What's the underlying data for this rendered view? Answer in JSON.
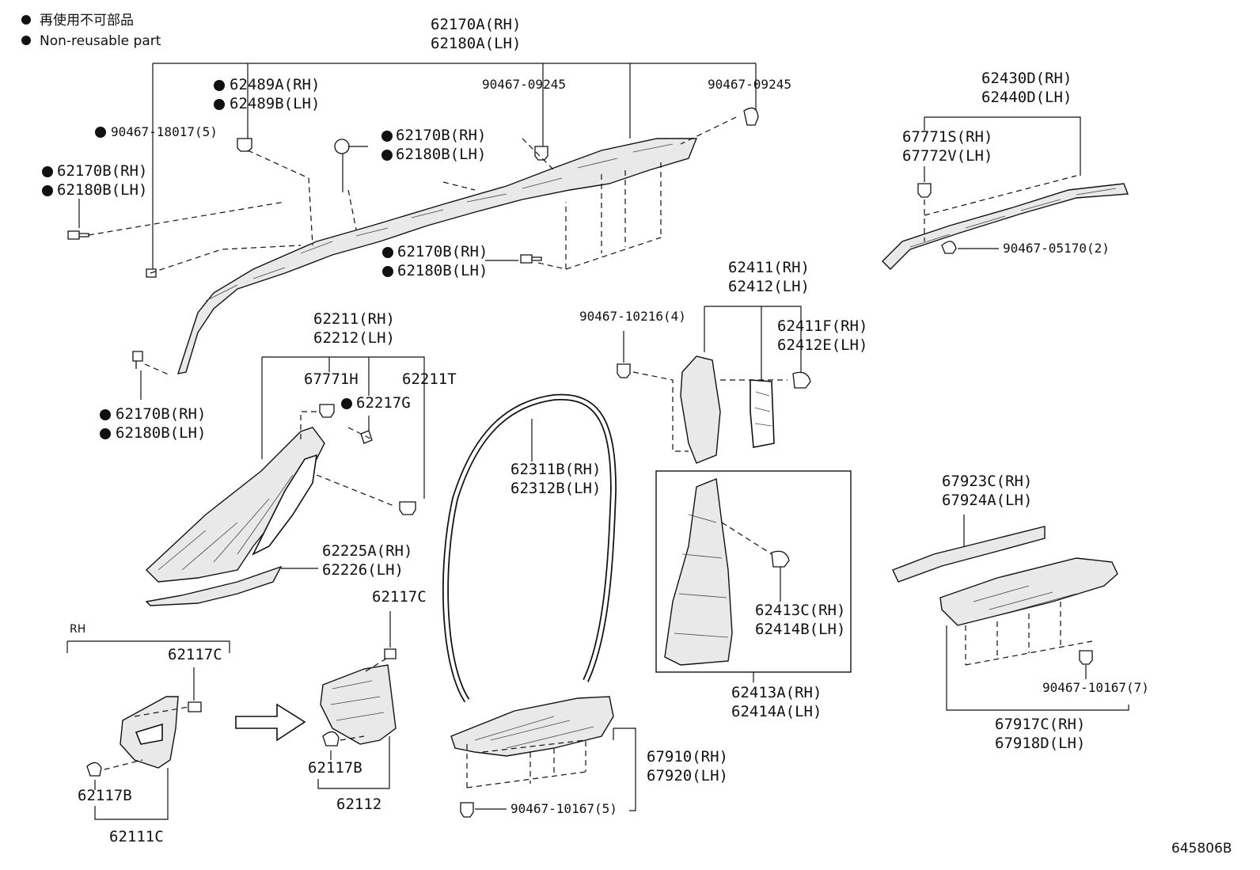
{
  "legend": {
    "dot_japanese": "再使用不可部品",
    "dot_english": "Non-reusable part"
  },
  "diagram_id": "645806B",
  "rh_label": "RH",
  "labels": {
    "l1a": "62170A(RH)",
    "l1b": "62180A(LH)",
    "l2a": "62489A(RH)",
    "l2b": "62489B(LH)",
    "l3": "90467-18017(5)",
    "l4a": "62170B(RH)",
    "l4b": "62180B(LH)",
    "l5a": "62170B(RH)",
    "l5b": "62180B(LH)",
    "l6": "90467-09245",
    "l7": "90467-09245",
    "l8a": "62170B(RH)",
    "l8b": "62180B(LH)",
    "l9a": "62170B(RH)",
    "l9b": "62180B(LH)",
    "l10a": "62430D(RH)",
    "l10b": "62440D(LH)",
    "l11a": "67771S(RH)",
    "l11b": "67772V(LH)",
    "l12": "90467-05170(2)",
    "l13a": "62211(RH)",
    "l13b": "62212(LH)",
    "l14": "67771H",
    "l15": "62217G",
    "l16": "62211T",
    "l17a": "62225A(RH)",
    "l17b": "62226(LH)",
    "l18a": "62411(RH)",
    "l18b": "62412(LH)",
    "l19": "90467-10216(4)",
    "l20a": "62411F(RH)",
    "l20b": "62412E(LH)",
    "l21a": "62311B(RH)",
    "l21b": "62312B(LH)",
    "l22a": "62413C(RH)",
    "l22b": "62414B(LH)",
    "l23a": "62413A(RH)",
    "l23b": "62414A(LH)",
    "l24a": "67923C(RH)",
    "l24b": "67924A(LH)",
    "l25": "90467-10167(7)",
    "l26a": "67917C(RH)",
    "l26b": "67918D(LH)",
    "l27": "62117C",
    "l28": "62117C",
    "l29": "62117B",
    "l30": "62111C",
    "l31": "62117B",
    "l32": "62112",
    "l33a": "67910(RH)",
    "l33b": "67920(LH)",
    "l34": "90467-10167(5)"
  }
}
